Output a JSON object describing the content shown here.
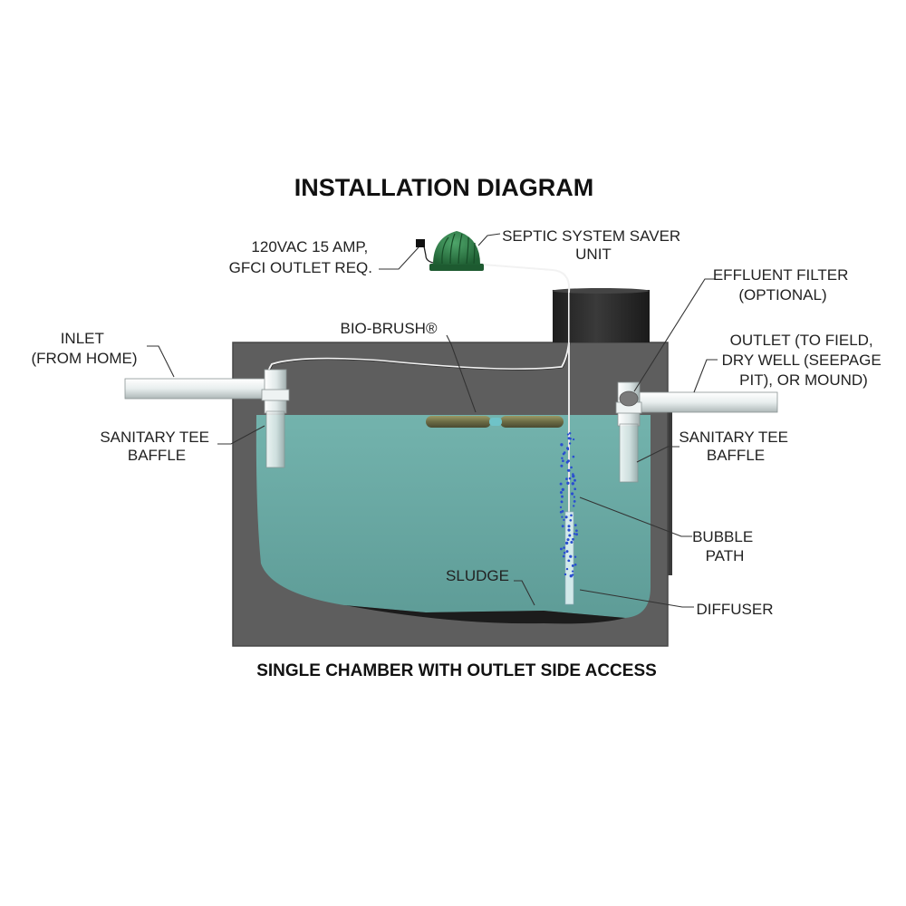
{
  "diagram": {
    "title": "INSTALLATION DIAGRAM",
    "subtitle": "SINGLE CHAMBER WITH OUTLET SIDE ACCESS",
    "labels": {
      "outlet_power": [
        "120VAC 15 AMP,",
        "GFCI OUTLET REQ."
      ],
      "unit": [
        "SEPTIC SYSTEM SAVER",
        "UNIT"
      ],
      "effluent_filter": [
        "EFFLUENT FILTER",
        "(OPTIONAL)"
      ],
      "inlet": [
        "INLET",
        "(FROM HOME)"
      ],
      "bio_brush": [
        "BIO-BRUSH®"
      ],
      "outlet": [
        "OUTLET (TO FIELD,",
        "DRY WELL (SEEPAGE",
        "PIT), OR MOUND)"
      ],
      "tee_left": [
        "SANITARY TEE",
        "BAFFLE"
      ],
      "tee_right": [
        "SANITARY TEE",
        "BAFFLE"
      ],
      "bubble_path": [
        "BUBBLE",
        "PATH"
      ],
      "sludge": [
        "SLUDGE"
      ],
      "diffuser": [
        "DIFFUSER"
      ]
    },
    "colors": {
      "tank_wall": "#5e5e5e",
      "water": "#6aa9a4",
      "sludge": "#1c1c1c",
      "pipe": "#e6ecec",
      "unit": "#2f7d47",
      "bubbles": "#2a4fd0",
      "riser": "#2b2b2b"
    }
  }
}
